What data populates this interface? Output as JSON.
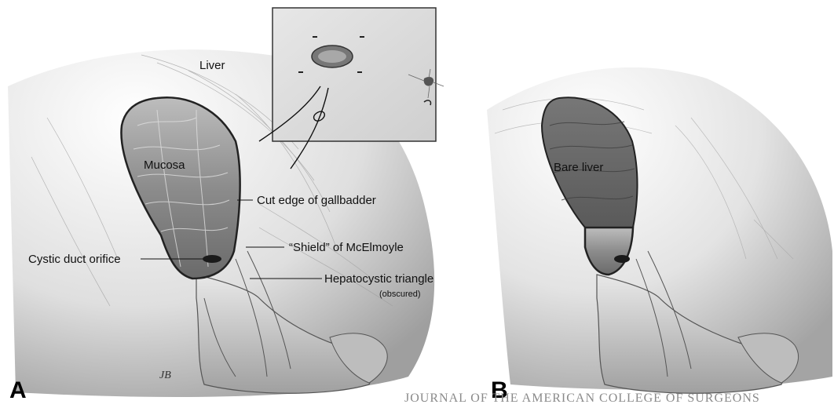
{
  "panel_a": {
    "letter": "A",
    "labels": {
      "liver": "Liver",
      "mucosa": "Mucosa",
      "cut_edge": "Cut edge of gallbadder",
      "shield": "“Shield” of McElmoyle",
      "cystic_duct": "Cystic duct orifice",
      "hepatocystic": "Hepatocystic triangle",
      "obscured": "(obscured)"
    },
    "signature": "JB"
  },
  "panel_b": {
    "letter": "B",
    "labels": {
      "bare_liver": "Bare liver"
    }
  },
  "footer": {
    "journal": "JOURNAL OF THE AMERICAN COLLEGE OF SURGEONS"
  }
}
